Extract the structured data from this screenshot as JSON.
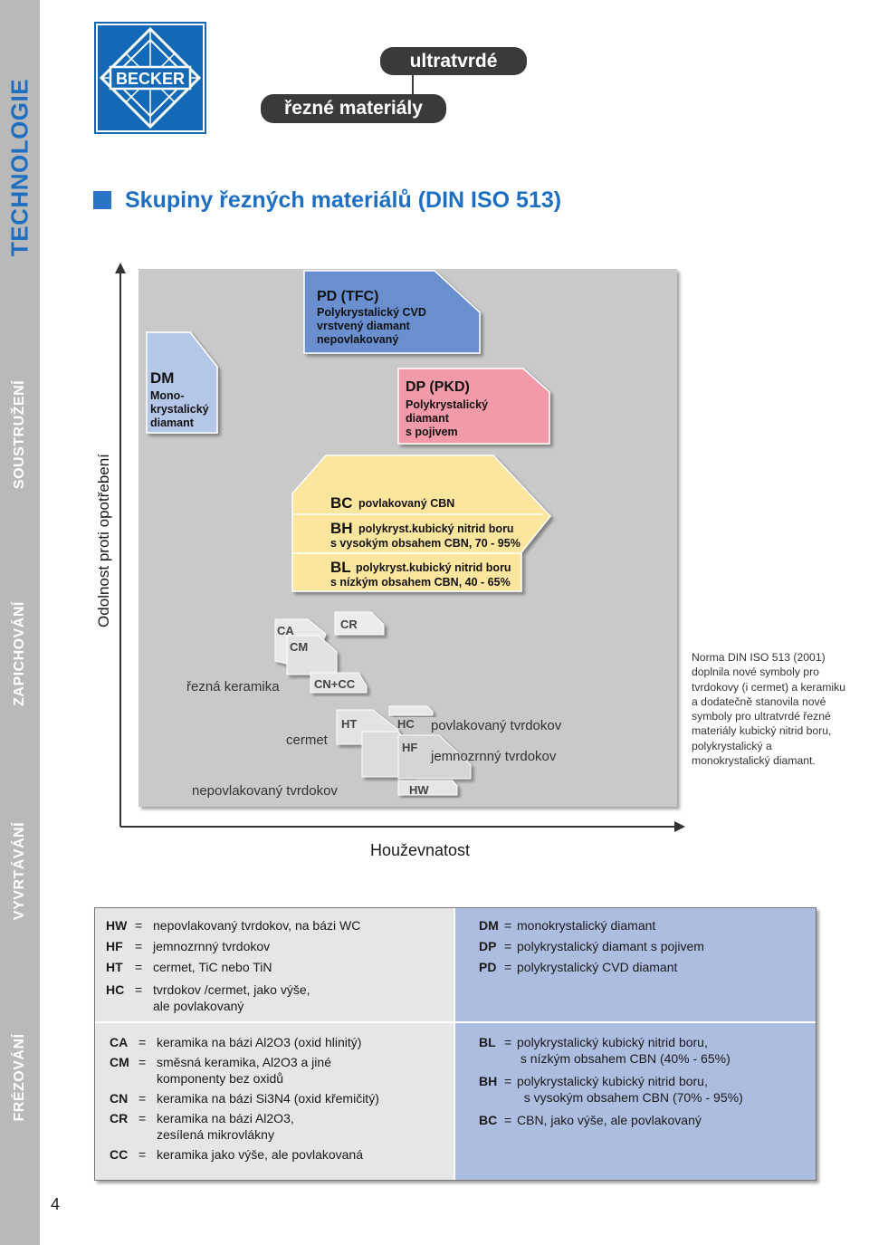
{
  "sidebar": {
    "items": [
      {
        "label": "TECHNOLOGIE",
        "active": true
      },
      {
        "label": "SOUSTRUŽENÍ"
      },
      {
        "label": "ZAPICHOVÁNÍ"
      },
      {
        "label": "VYVRTÁVÁNÍ"
      },
      {
        "label": "FRÉZOVÁNÍ"
      }
    ],
    "page_number": "4"
  },
  "header": {
    "logo_text": "BECKER",
    "tag_top": "ultratvrdé",
    "tag_bottom": "řezné materiály",
    "title": "Skupiny řezných materiálů (DIN ISO 513)"
  },
  "diagram": {
    "y_axis_label": "Odolnost proti opotřebení",
    "x_axis_label": "Houževnatost",
    "pd": {
      "code": "PD (TFC)",
      "lines": [
        "Polykrystalický CVD",
        "vrstvený diamant",
        "nepovlakovaný"
      ]
    },
    "dm": {
      "code": "DM",
      "lines": [
        "Mono-",
        "krystalický",
        "diamant"
      ]
    },
    "dp": {
      "code": "DP (PKD)",
      "lines": [
        "Polykrystalický",
        "diamant",
        "s pojivem"
      ]
    },
    "bc": {
      "code": "BC",
      "text": "povlakovaný CBN"
    },
    "bh": {
      "code": "BH",
      "text": "polykryst.kubický nitrid boru",
      "text2": "s vysokým obsahem CBN, 70 - 95%"
    },
    "bl": {
      "code": "BL",
      "text": "polykryst.kubický nitrid boru",
      "text2": "s nízkým obsahem CBN, 40 - 65%"
    },
    "ceramics": {
      "ca": "CA",
      "cm": "CM",
      "cr": "CR",
      "cncc": "CN+CC",
      "ht": "HT",
      "hc": "HC",
      "hf": "HF",
      "hw": "HW"
    },
    "labels": {
      "rezna_keramika": "řezná keramika",
      "cermet": "cermet",
      "nepovlakovany": "nepovlakovaný tvrdokov",
      "povlakovany": "povlakovaný tvrdokov",
      "jemnozrnny": "jemnozrnný tvrdokov"
    }
  },
  "note": "Norma DIN ISO 513 (2001) doplnila nové symboly pro tvrdokovy (i cermet) a keramiku a dodatečně stanovila nové symboly pro ultratvrdé řezné materiály kubický nitrid boru, polykrystalický a monokrystalický  diamant.",
  "legend": {
    "top_left": [
      {
        "code": "HW",
        "eq": "=",
        "desc": "nepovlakovaný tvrdokov, na bázi WC"
      },
      {
        "code": "HF",
        "eq": "=",
        "desc": "jemnozrnný tvrdokov"
      },
      {
        "code": "HT",
        "eq": "=",
        "desc": "cermet, TiC nebo TiN"
      },
      {
        "code": "HC",
        "eq": "=",
        "desc": "tvrdokov /cermet, jako výše,\nale povlakovaný"
      }
    ],
    "top_right": [
      {
        "code": "DM",
        "eq": "=",
        "desc": "monokrystalický diamant"
      },
      {
        "code": "DP",
        "eq": "=",
        "desc": "polykrystalický diamant s pojivem"
      },
      {
        "code": "PD",
        "eq": "=",
        "desc": "polykrystalický CVD diamant"
      }
    ],
    "bottom_left": [
      {
        "code": "CA",
        "eq": "=",
        "desc": "keramika na bázi Al2O3 (oxid hlinitý)"
      },
      {
        "code": "CM",
        "eq": "=",
        "desc": "směsná keramika, Al2O3 a jiné\nkomponenty bez oxidů"
      },
      {
        "code": "CN",
        "eq": "=",
        "desc": "keramika na bázi Si3N4 (oxid křemičitý)"
      },
      {
        "code": "CR",
        "eq": "=",
        "desc": "keramika na bázi Al2O3,\nzesílená mikrovlákny"
      },
      {
        "code": "CC",
        "eq": "=",
        "desc": "keramika jako výše, ale povlakovaná"
      }
    ],
    "bottom_right": [
      {
        "code": "BL",
        "eq": "=",
        "desc": "polykrystalický kubický nitrid boru,\n s nízkým obsahem CBN (40% - 65%)"
      },
      {
        "code": "BH",
        "eq": "=",
        "desc": "polykrystalický kubický nitrid boru,\n  s vysokým obsahem CBN (70% - 95%)"
      },
      {
        "code": "BC",
        "eq": "=",
        "desc": "CBN, jako výše, ale povlakovaný"
      }
    ]
  },
  "colors": {
    "accent_blue": "#1e6fc1",
    "sidebar_gray": "#b9b9b9",
    "pd_blue": "#6a8fce",
    "dm_blue": "#b5c7e8",
    "dp_pink": "#f29aa7",
    "cbn_yellow": "#fce59d",
    "legend_gray": "#e6e6e6",
    "legend_blue": "#acbde0"
  }
}
